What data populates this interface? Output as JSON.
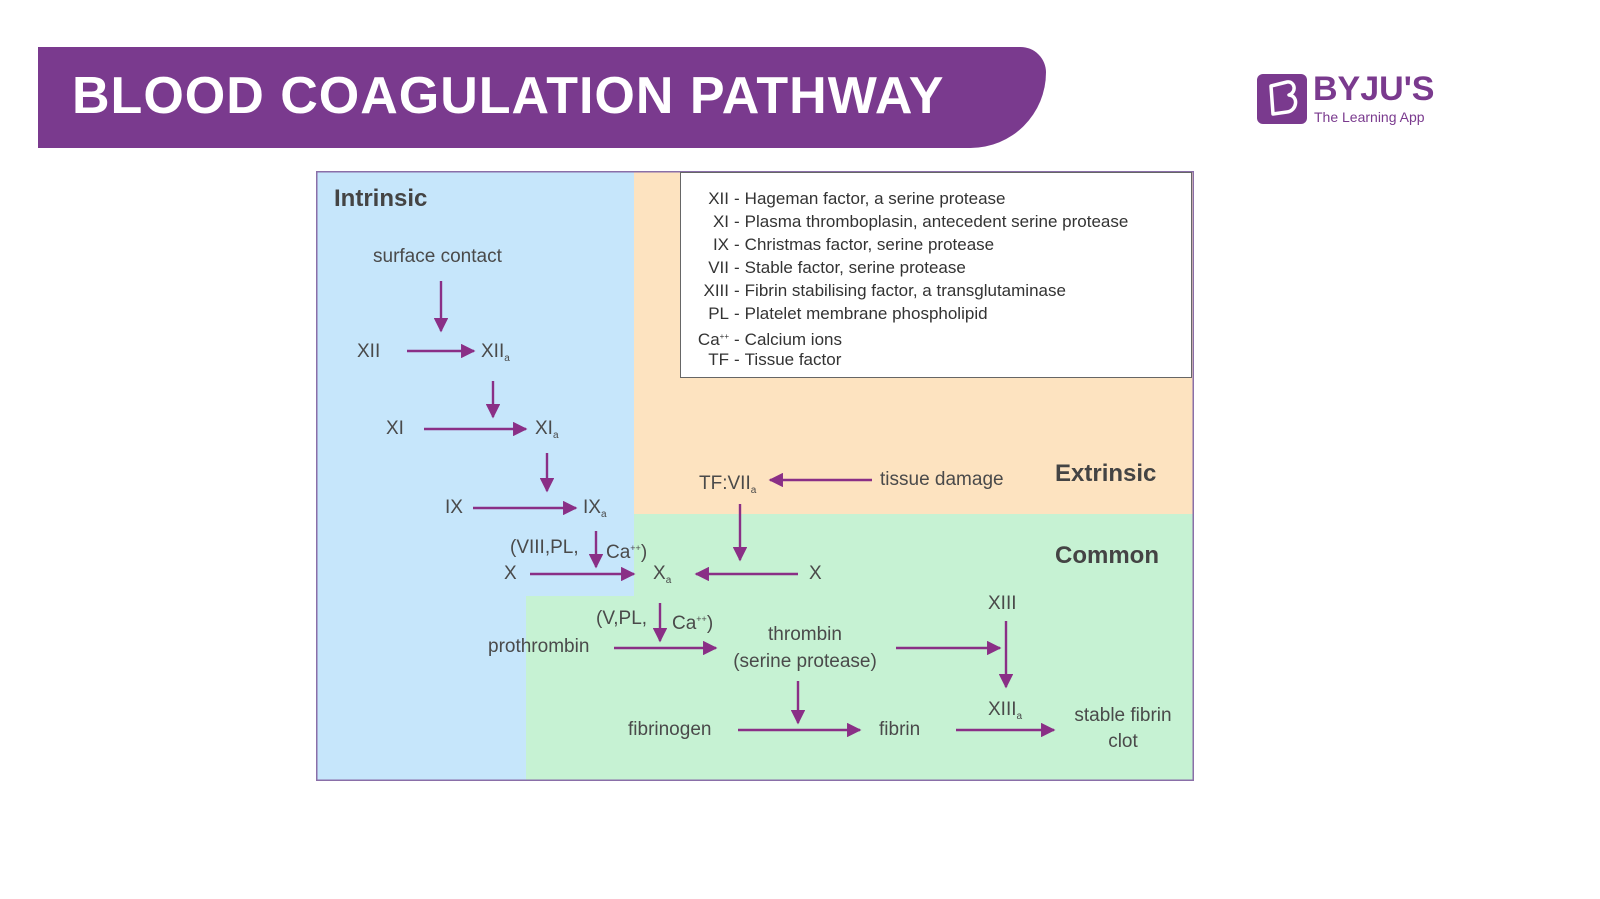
{
  "title": "BLOOD COAGULATION PATHWAY",
  "brand": {
    "name": "BYJU'S",
    "tagline": "The Learning App",
    "color": "#7a3a8e"
  },
  "colors": {
    "intrinsic_bg": "#c6e6fb",
    "extrinsic_bg": "#fde3c0",
    "common_bg": "#c6f2d3",
    "arrow": "#8a2f86"
  },
  "regions": {
    "intrinsic": "Intrinsic",
    "extrinsic": "Extrinsic",
    "common": "Common"
  },
  "legend": [
    {
      "abbr": "XII",
      "text": "Hageman factor, a serine protease"
    },
    {
      "abbr": "XI",
      "text": "Plasma thromboplasin, antecedent serine protease"
    },
    {
      "abbr": "IX",
      "text": "Christmas factor, serine protease"
    },
    {
      "abbr": "VII",
      "text": "Stable factor, serine protease"
    },
    {
      "abbr": "XIII",
      "text": "Fibrin stabilising factor, a transglutaminase"
    },
    {
      "abbr": "PL",
      "text": "Platelet membrane phospholipid"
    },
    {
      "abbr": "Ca",
      "sup": "++",
      "text": "Calcium ions"
    },
    {
      "abbr": "TF",
      "text": "Tissue factor"
    }
  ],
  "nodes": {
    "surface_contact": "surface contact",
    "xii": "XII",
    "xii_a": "XII",
    "xi": "XI",
    "xi_a": "XI",
    "ix": "IX",
    "ix_a": "IX",
    "cofactors_1_left": "(VIII,PL,",
    "cofactors_1_right": "Ca",
    "x_left": "X",
    "x_a": "X",
    "x_right": "X",
    "tf_vii_a": "TF:VII",
    "tissue_damage": "tissue damage",
    "cofactors_2_left": "(V,PL,",
    "cofactors_2_right": "Ca",
    "prothrombin": "prothrombin",
    "thrombin": "thrombin",
    "thrombin_note": "(serine protease)",
    "xiii": "XIII",
    "xiii_a": "XIII",
    "fibrinogen": "fibrinogen",
    "fibrin": "fibrin",
    "stable_clot_1": "stable fibrin",
    "stable_clot_2": "clot",
    "activated_suffix": "a",
    "ion_charge": "++",
    "close_paren": ")"
  }
}
